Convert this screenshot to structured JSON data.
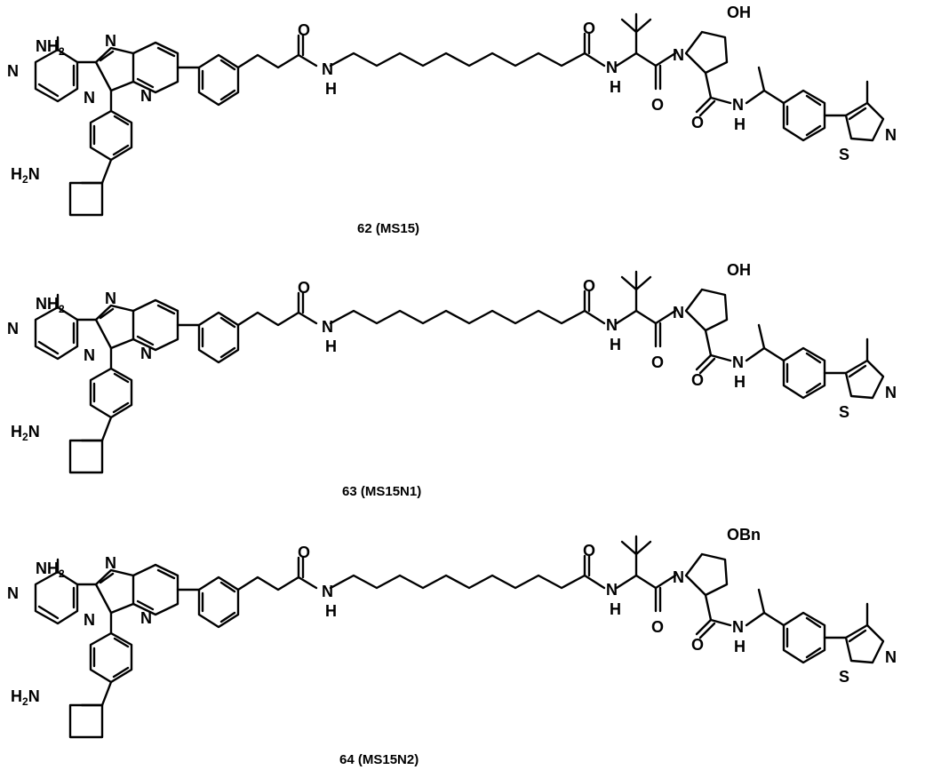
{
  "molecules": [
    {
      "label": "62 (MS15)",
      "hydroxyl_label": "OH",
      "stereo_variant": "parent"
    },
    {
      "label": "63 (MS15N1)",
      "hydroxyl_label": "OH",
      "stereo_variant": "inverted"
    },
    {
      "label": "64 (MS15N2)",
      "hydroxyl_label": "OBn",
      "stereo_variant": "parent"
    }
  ],
  "atom_labels": {
    "amine": "NH",
    "amine_sub": "2",
    "amine_left": "H",
    "amine_left_sub": "2",
    "amine_left_n": "N",
    "nitrogen": "N",
    "oxygen": "O",
    "sulfur": "S",
    "amide_h": "H"
  }
}
